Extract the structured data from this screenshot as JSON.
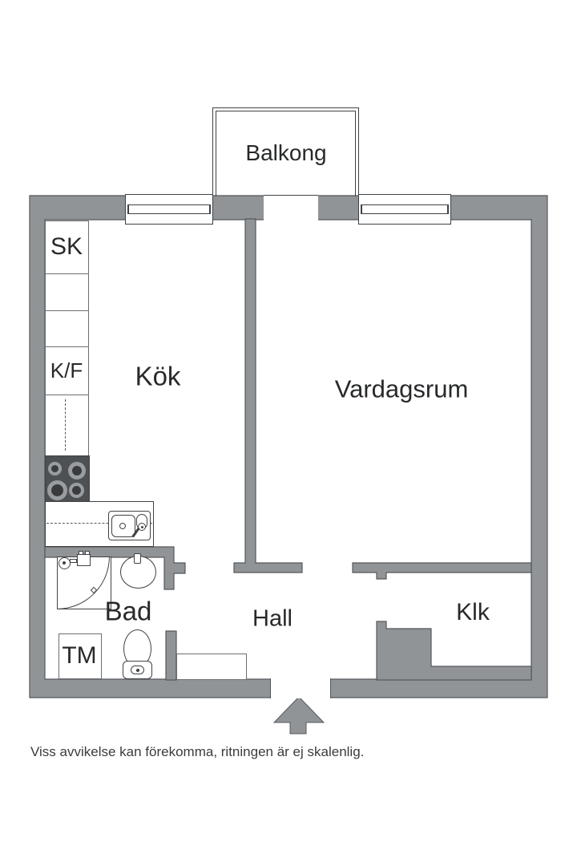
{
  "labels": {
    "balcony": "Balkong",
    "kitchen": "Kök",
    "living_room": "Vardagsrum",
    "bathroom": "Bad",
    "hall": "Hall",
    "closet": "Klk",
    "tall_cabinet": "SK",
    "fridge_freezer": "K/F",
    "washing_machine": "TM"
  },
  "disclaimer": "Viss avvikelse kan förekomma, ritningen är ej skalenlig.",
  "icons": {
    "entrance_arrow": "up-arrow-entrance"
  },
  "colors": {
    "wall": "#919497",
    "wall_outline": "#55585b",
    "line": "#3f4245",
    "cabinet_line": "#6b6f72",
    "text": "#27292b",
    "stove": "#4e5154",
    "burner_ring": "#9a9da0",
    "burner_center": "#393b3d"
  }
}
